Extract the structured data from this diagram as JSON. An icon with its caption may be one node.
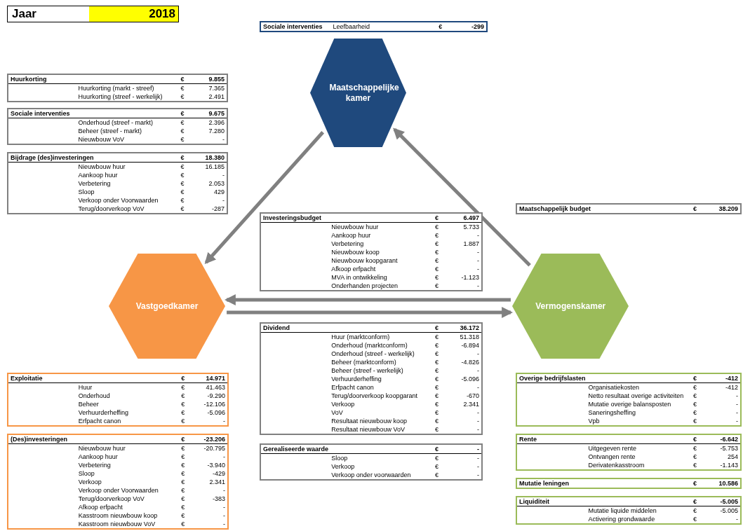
{
  "diagram": {
    "nodes": [
      {
        "text": [
          "Jaar",
          "2018"
        ]
      },
      {
        "text": [
          "Sociale interventies",
          "Leefbaarheid",
          "€",
          "-299"
        ]
      },
      {
        "text": [
          "Huurkorting",
          "€",
          "9.855",
          "Huurkorting (markt - streef)",
          "€",
          "7.365",
          "Huurkorting (streef - werkelijk)",
          "€",
          "2.491"
        ]
      },
      {
        "text": [
          "Sociale interventies",
          "€",
          "9.675",
          "Onderhoud (streef - markt)",
          "€",
          "2.396",
          "Beheer (streef - markt)",
          "€",
          "7.280",
          "Nieuwbouw VoV",
          "€",
          "-"
        ]
      },
      {
        "text": [
          "Bijdrage (des)investeringen",
          "€",
          "18.380",
          "Nieuwbouw huur",
          "€",
          "16.185",
          "Aankoop huur",
          "€",
          "-",
          "Verbetering",
          "€",
          "2.053",
          "Sloop",
          "€",
          "429",
          "Verkoop onder Voorwaarden",
          "€",
          "-",
          "Terug/doorverkoop VoV",
          "€",
          "-287"
        ]
      },
      {
        "text": [
          "Maatschappelijke kamer"
        ]
      },
      {
        "text": [
          "Maatschappelijk budget",
          "€",
          "38.209"
        ]
      },
      {
        "text": [
          "Investeringsbudget",
          "€",
          "6.497",
          "Nieuwbouw huur",
          "€",
          "5.733",
          "Aankoop huur",
          "€",
          "-",
          "Verbetering",
          "€",
          "1.887",
          "Nieuwbouw koop",
          "€",
          "-",
          "Nieuwbouw koopgarant",
          "€",
          "-",
          "Afkoop erfpacht",
          "€",
          "-",
          "MVA in ontwikkeling",
          "€",
          "-1.123",
          "Onderhanden projecten",
          "€",
          "-"
        ]
      },
      {
        "text": [
          "Vastgoedkamer"
        ]
      },
      {
        "text": [
          "Vermogenskamer"
        ]
      },
      {
        "text": [
          "Dividend",
          "€",
          "36.172",
          "Huur (marktconform)",
          "€",
          "51.318",
          "Onderhoud (marktconform)",
          "€",
          "-6.894",
          "Onderhoud (streef - werkelijk)",
          "€",
          "-",
          "Beheer (marktconform)",
          "€",
          "-4.826",
          "Beheer (streef - werkelijk)",
          "€",
          "-",
          "Verhuurderheffing",
          "€",
          "-5.096",
          "Erfpacht canon",
          "€",
          "-",
          "Terug/doorverkoop koopgarant",
          "€",
          "-670",
          "Verkoop",
          "€",
          "2.341",
          "VoV",
          "€",
          "-",
          "Resultaat nieuwbouw koop",
          "€",
          "-",
          "Resultaat nieuwbouw VoV",
          "€",
          "-"
        ]
      },
      {
        "text": [
          "Exploitatie",
          "€",
          "14.971",
          "Huur",
          "€",
          "41.463",
          "Onderhoud",
          "€",
          "-9.290",
          "Beheer",
          "€",
          "-12.106",
          "Verhuurderheffing",
          "€",
          "-5.096",
          "Erfpacht canon",
          "€",
          "-"
        ]
      },
      {
        "text": [
          "Overige bedrijfslasten",
          "€",
          "-412",
          "Organisatiekosten",
          "€",
          "-412",
          "Netto resultaat overige activiteiten",
          "€",
          "-",
          "Mutatie overige balansposten",
          "€",
          "-",
          "Saneringsheffing",
          "€",
          "-",
          "Vpb",
          "€",
          "-"
        ]
      },
      {
        "text": [
          "Gerealiseerde waarde",
          "€",
          "-",
          "Sloop",
          "€",
          "-",
          "Verkoop",
          "€",
          "-",
          "Verkoop onder voorwaarden",
          "€",
          "-"
        ]
      },
      {
        "text": [
          "Rente",
          "€",
          "-6.642",
          "Uitgegeven rente",
          "€",
          "-5.753",
          "Ontvangen rente",
          "€",
          "254",
          "Derivatenkasstroom",
          "€",
          "-1.143"
        ]
      },
      {
        "text": [
          "(Des)investeringen",
          "€",
          "-23.206",
          "Nieuwbouw huur",
          "€",
          "-20.795",
          "Aankoop huur",
          "€",
          "-",
          "Verbetering",
          "€",
          "-3.940",
          "Sloop",
          "€",
          "-429",
          "Verkoop",
          "€",
          "2.341",
          "Verkoop onder Voorwaarden",
          "€",
          "-",
          "Terug/doorverkoop VoV",
          "€",
          "-383",
          "Afkoop erfpacht",
          "€",
          "-",
          "Kasstroom nieuwbouw koop",
          "€",
          "-",
          "Kasstroom nieuwbouw VoV",
          "€",
          "-"
        ]
      },
      {
        "text": [
          "Mutatie leningen",
          "€",
          "10.586"
        ]
      },
      {
        "text": [
          "Liquiditeit",
          "€",
          "-5.005",
          "Mutatie liquide middelen",
          "€",
          "-5.005",
          "Activering grondwaarde",
          "€",
          "-"
        ]
      }
    ],
    "edges": [
      {
        "from": 5,
        "to": 8,
        "arrow": "to"
      },
      {
        "from": 9,
        "to": 5,
        "arrow": "to"
      },
      {
        "from": 9,
        "to": 8,
        "arrow": "to"
      },
      {
        "from": 8,
        "to": 9,
        "arrow": "to"
      }
    ]
  }
}
